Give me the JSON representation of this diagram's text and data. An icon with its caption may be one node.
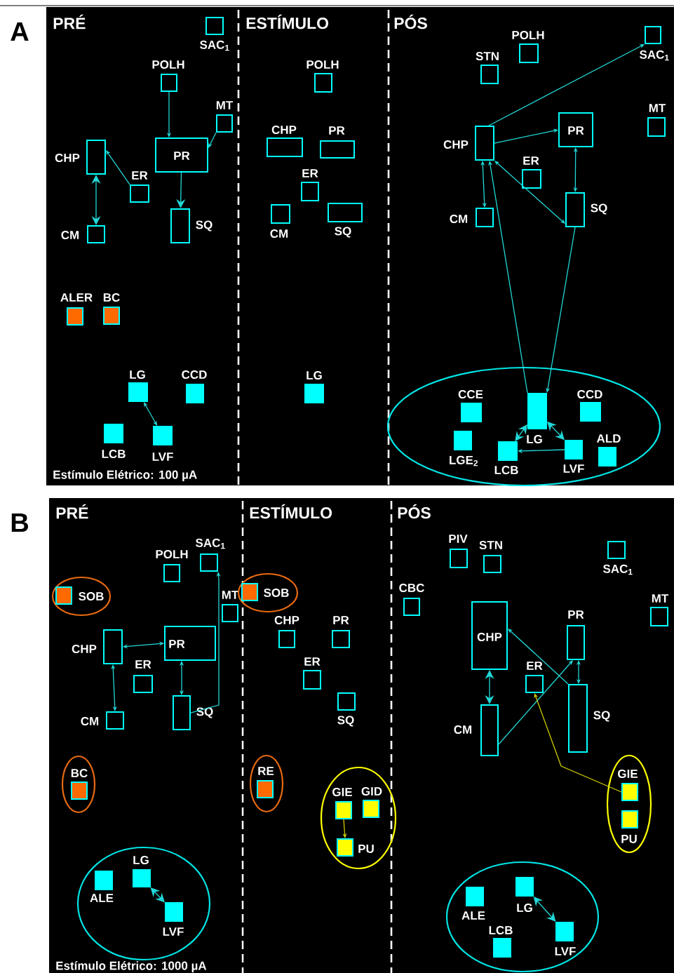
{
  "diagram": {
    "nodes": [
      {
        "text": [
          "SAC$_{1}$"
        ]
      },
      {
        "text": [
          "POLH"
        ]
      },
      {
        "text": [
          "MT"
        ]
      },
      {
        "text": [
          "PR"
        ]
      },
      {
        "text": [
          "CHP"
        ]
      },
      {
        "text": [
          "ER"
        ]
      },
      {
        "text": [
          "SQ"
        ]
      },
      {
        "text": [
          "CM"
        ]
      },
      {
        "text": [
          "ALER"
        ]
      },
      {
        "text": [
          "BC"
        ]
      },
      {
        "text": [
          "LG"
        ]
      },
      {
        "text": [
          "CCD"
        ]
      },
      {
        "text": [
          "LCB"
        ]
      },
      {
        "text": [
          "LVF"
        ]
      },
      {
        "text": [
          "POLH"
        ]
      },
      {
        "text": [
          "CHP"
        ]
      },
      {
        "text": [
          "PR"
        ]
      },
      {
        "text": [
          "ER"
        ]
      },
      {
        "text": [
          "CM"
        ]
      },
      {
        "text": [
          "SQ"
        ]
      },
      {
        "text": [
          "LG"
        ]
      },
      {
        "text": [
          "STN"
        ]
      },
      {
        "text": [
          "POLH"
        ]
      },
      {
        "text": [
          "SAC$_{1}$"
        ]
      },
      {
        "text": [
          "MT"
        ]
      },
      {
        "text": [
          "CHP"
        ]
      },
      {
        "text": [
          "PR"
        ]
      },
      {
        "text": [
          "ER"
        ]
      },
      {
        "text": [
          "CM"
        ]
      },
      {
        "text": [
          "SQ"
        ]
      },
      {
        "text": [],
        "shape": "ellipse"
      },
      {
        "text": [
          "CCE"
        ],
        "in": 30
      },
      {
        "text": [
          "CCD"
        ],
        "in": 30
      },
      {
        "text": [
          "LG"
        ],
        "in": 30
      },
      {
        "text": [
          "LGE$_{2}$"
        ],
        "in": 30
      },
      {
        "text": [
          "LCB"
        ],
        "in": 30
      },
      {
        "text": [
          "LVF"
        ],
        "in": 30
      },
      {
        "text": [
          "ALD"
        ],
        "in": 30
      },
      {
        "text": [],
        "shape": "ellipse"
      },
      {
        "text": [
          "SOB"
        ],
        "in": 38
      },
      {
        "text": [
          "POLH"
        ]
      },
      {
        "text": [
          "SAC$_{1}$"
        ]
      },
      {
        "text": [
          "MT"
        ]
      },
      {
        "text": [
          "CHP"
        ]
      },
      {
        "text": [
          "PR"
        ]
      },
      {
        "text": [
          "ER"
        ]
      },
      {
        "text": [
          "SQ"
        ]
      },
      {
        "text": [
          "CM"
        ]
      },
      {
        "text": [],
        "shape": "ellipse"
      },
      {
        "text": [
          "BC"
        ],
        "in": 48
      },
      {
        "text": [],
        "shape": "ellipse"
      },
      {
        "text": [
          "ALE"
        ],
        "in": 50
      },
      {
        "text": [
          "LG"
        ],
        "in": 50
      },
      {
        "text": [
          "LVF"
        ],
        "in": 50
      },
      {
        "text": [],
        "shape": "ellipse"
      },
      {
        "text": [
          "SOB"
        ],
        "in": 54
      },
      {
        "text": [
          "CHP"
        ]
      },
      {
        "text": [
          "PR"
        ]
      },
      {
        "text": [
          "ER"
        ]
      },
      {
        "text": [
          "SQ"
        ]
      },
      {
        "text": [],
        "shape": "ellipse"
      },
      {
        "text": [
          "RE"
        ],
        "in": 60
      },
      {
        "text": [],
        "shape": "ellipse"
      },
      {
        "text": [
          "GIE"
        ],
        "in": 62
      },
      {
        "text": [
          "GID"
        ],
        "in": 62
      },
      {
        "text": [
          "PU"
        ],
        "in": 62
      },
      {
        "text": [
          "PIV"
        ]
      },
      {
        "text": [
          "STN"
        ]
      },
      {
        "text": [
          "SAC$_{1}$"
        ]
      },
      {
        "text": [
          "CBC"
        ]
      },
      {
        "text": [
          "MT"
        ]
      },
      {
        "text": [
          "CHP"
        ]
      },
      {
        "text": [
          "PR"
        ]
      },
      {
        "text": [
          "ER"
        ]
      },
      {
        "text": [
          "CM"
        ]
      },
      {
        "text": [
          "SQ"
        ]
      },
      {
        "text": [],
        "shape": "ellipse"
      },
      {
        "text": [
          "GIE"
        ],
        "in": 76
      },
      {
        "text": [
          "PU"
        ],
        "in": 76
      },
      {
        "text": [],
        "shape": "ellipse"
      },
      {
        "text": [
          "ALE"
        ],
        "in": 79
      },
      {
        "text": [
          "LG"
        ],
        "in": 79
      },
      {
        "text": [
          "LCB"
        ],
        "in": 79
      },
      {
        "text": [
          "LVF"
        ],
        "in": 79
      }
    ],
    "edges": [
      {
        "from": 1,
        "to": 3,
        "arrow": "to"
      },
      {
        "from": 2,
        "to": 3,
        "arrow": "to"
      },
      {
        "from": 3,
        "to": 6,
        "arrow": "to"
      },
      {
        "from": 5,
        "to": 4,
        "arrow": "to"
      },
      {
        "from": 4,
        "to": 7,
        "arrow": "both"
      },
      {
        "from": 10,
        "to": 13,
        "arrow": "both"
      },
      {
        "from": 25,
        "to": 23,
        "arrow": "to"
      },
      {
        "from": 25,
        "to": 26,
        "arrow": "to"
      },
      {
        "from": 26,
        "to": 29,
        "arrow": "both"
      },
      {
        "from": 25,
        "to": 28,
        "arrow": "both"
      },
      {
        "from": 25,
        "to": 29,
        "arrow": "both"
      },
      {
        "from": 33,
        "to": 25,
        "arrow": "to"
      },
      {
        "from": 29,
        "to": 33,
        "arrow": "to"
      },
      {
        "from": 33,
        "to": 35,
        "arrow": "both"
      },
      {
        "from": 33,
        "to": 36,
        "arrow": "both"
      },
      {
        "from": 36,
        "to": 35,
        "arrow": "to"
      },
      {
        "from": 43,
        "to": 44,
        "arrow": "both"
      },
      {
        "from": 43,
        "to": 47,
        "arrow": "both"
      },
      {
        "from": 44,
        "to": 46,
        "arrow": "both"
      },
      {
        "from": 46,
        "to": 41,
        "arrow": "to"
      },
      {
        "from": 52,
        "to": 53,
        "arrow": "both"
      },
      {
        "from": 63,
        "to": 65,
        "arrow": "to",
        "color": "#cccc00"
      },
      {
        "from": 71,
        "to": 74,
        "arrow": "both"
      },
      {
        "from": 75,
        "to": 71,
        "arrow": "to"
      },
      {
        "from": 74,
        "to": 72,
        "arrow": "to"
      },
      {
        "from": 72,
        "to": 75,
        "arrow": "both"
      },
      {
        "from": 77,
        "to": 73,
        "arrow": "to",
        "color": "#cccc00"
      },
      {
        "from": 81,
        "to": 83,
        "arrow": "both"
      }
    ],
    "labels": [
      "A",
      "PRÉ",
      "ESTÍMULO",
      "PÓS",
      "Estímulo Elétrico: 100 µA",
      "B",
      "PRÉ",
      "ESTÍMULO",
      "PÓS",
      "Estímulo Elétrico: 1000 µA"
    ]
  }
}
